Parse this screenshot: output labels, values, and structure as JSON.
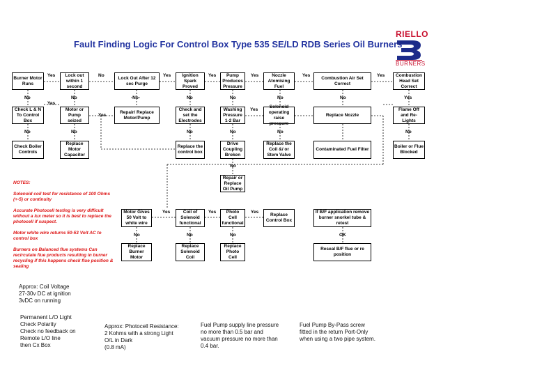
{
  "title": "Fault Finding Logic For Control Box Type 535 SE/LD RDB Series Oil Burners",
  "logo": {
    "brand": "RIELLO",
    "sub": "BURNERS",
    "brand_color": "#c8102e"
  },
  "colors": {
    "title": "#2233a0",
    "notes": "#dd1111"
  },
  "boxes": {
    "burner_motor_runs": "Burner Motor Runs",
    "lockout_1s": "Lock out within 1 second",
    "lockout_12s": "Lock Out After 12 sec Purge",
    "ignition_spark": "Ignition Spark Proved",
    "pump_pressure": "Pump Produces Pressure",
    "nozzle_atomising": "Nozzle Atomising Fuel",
    "combustion_air": "Combustion Air Set Correct",
    "combustion_head": "Combustion Head Set Correct",
    "check_ln": "Check L & N To Control Box",
    "motor_pump_seized": "Motor or Pump seized",
    "repair_motor_pump": "Repair/ Replace Motor/Pump",
    "check_electrodes": "Check and set the Electrodes",
    "washing_pressure": "Washing Pressure 1-2 Bar",
    "solenoid_operating": "Solenoid operating raise pressure",
    "replace_nozzle": "Replace Nozzle",
    "flame_off": "Flame Off and Re-Lights",
    "check_boiler": "Check Boiler Controls",
    "replace_capacitor": "Replace Motor Capacitor",
    "replace_control_box": "Replace the control box",
    "drive_coupling": "Drive Coupling Broken",
    "replace_coil": "Replace the Coil &/ or Stem Valve",
    "contaminated_fuel": "Contaminated Fuel Filter",
    "boiler_flue": "Boiler or Flue Blocked",
    "repair_oil_pump": "Repair or Replace Oil Pump",
    "motor_50v": "Motor Gives 50 Volt to white wire",
    "coil_solenoid": "Coil of Solenoid functional",
    "photo_cell": "Photo Cell functional",
    "replace_control_box2": "Replace Control Box",
    "bf_application": "If B/F application remove burner snorkel tube & retest",
    "replace_burner_motor": "Replace Burner Motor",
    "replace_solenoid_coil": "Replace Solenoid Coil",
    "replace_photo_cell": "Replace Photo Cell",
    "reseal_bf": "Reseal B/F flue or re position"
  },
  "labels": {
    "yes": "Yes",
    "no": "No",
    "ok": "OK",
    "no_dash": "-No-"
  },
  "notes": {
    "heading": "NOTES:",
    "n1": "Solenoid coil test for resistance of 100 Ohms (+-5) or continuity",
    "n2": "Accurate Photocell testing is very difficult without a lux meter so it is best to replace the photocell if suspect.",
    "n3": "Motor white wire returns 50-53 Volt AC to control box",
    "n4": "Burners on Balanced flue systems Can recirculate flue products resulting in burner recycling if this happens check flue position & sealing"
  },
  "handwritten": {
    "coil_voltage": "Approx: Coil Voltage\n27-30v DC at ignition\n3vDC on running",
    "lo_light": "Permanent L/O Light\nCheck Polarity\nCheck no feedback on\nRemote L/O line\nthen Cx Box",
    "photocell_resistance": "Approx: Photocell Resistance:\n2 Kohms with a strong Light\nO/L in Dark\n(0.8 mA)",
    "fuel_pump_pressure": "Fuel Pump supply line pressure\nno more than 0.5 bar and\nvacuum pressure no more than\n0.4 bar.",
    "bypass_screw": "Fuel Pump By-Pass screw\nfitted in the return Port-Only\nwhen using a two pipe system."
  }
}
